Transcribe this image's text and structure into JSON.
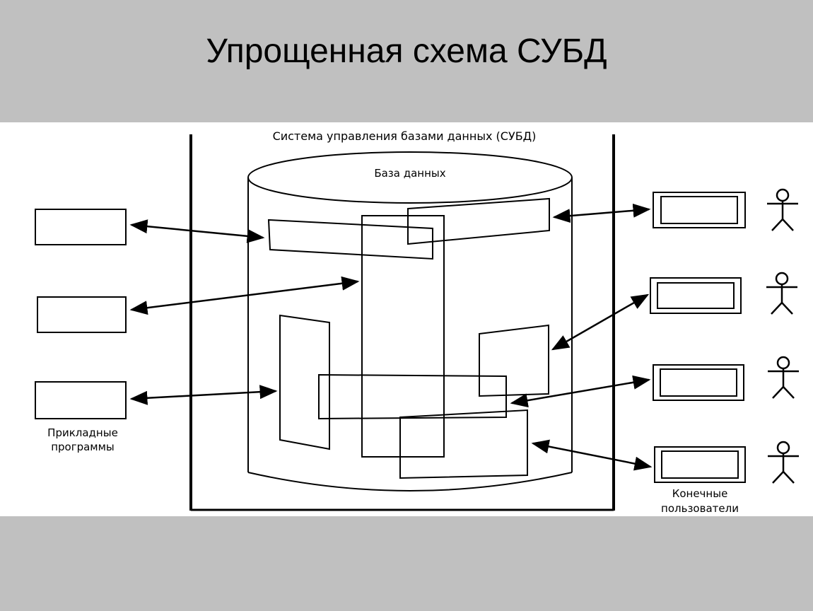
{
  "slide": {
    "title": "Упрощенная схема СУБД"
  },
  "diagram": {
    "dbms_label": "Система управления базами данных (СУБД)",
    "database_label": "База данных",
    "applications_label_line1": "Прикладные",
    "applications_label_line2": "программы",
    "end_users_label_line1": "Конечные",
    "end_users_label_line2": "пользователи",
    "application_count": 3,
    "end_user_count": 4
  }
}
